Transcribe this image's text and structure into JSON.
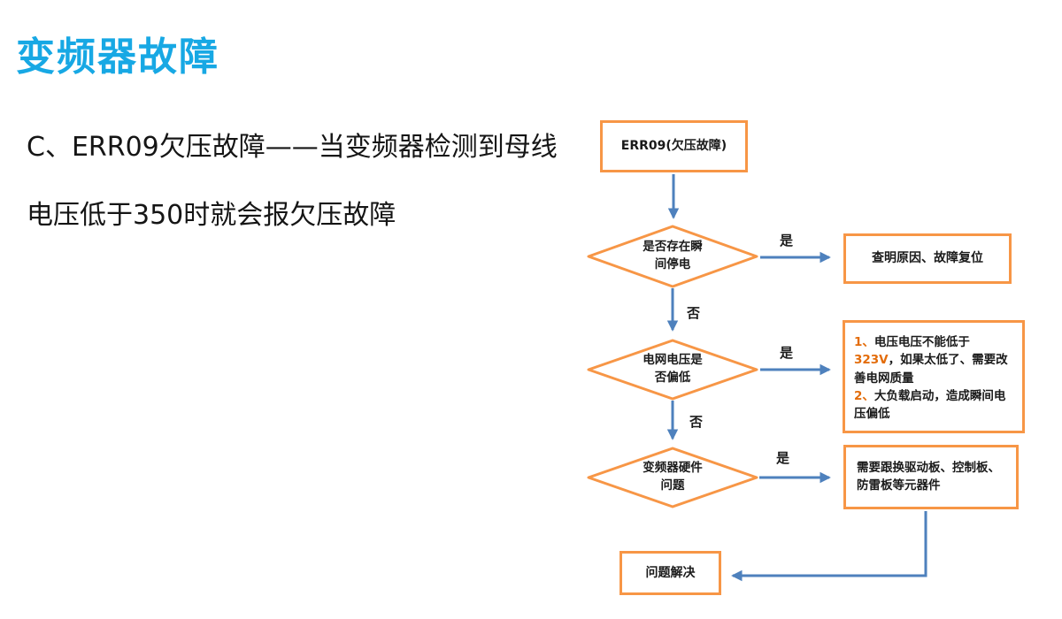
{
  "page": {
    "title": "变频器故障"
  },
  "intro": {
    "text": "C、ERR09欠压故障——当变频器检测到母线\n电压低于350时就会报欠压故障"
  },
  "colors": {
    "title_blue": "#17A8E4",
    "shape_orange": "#F79646",
    "connector_blue": "#4E81BD",
    "highlight_orange": "#E36C0A"
  },
  "flowchart": {
    "start": "ERR09(欠压故障)",
    "decision1": "是否存在瞬\n间停电",
    "branch1_yes": "是",
    "branch1_no": "否",
    "result1": "查明原因、故障复位",
    "decision2": "电网电压是\n否偏低",
    "branch2_yes": "是",
    "branch2_no": "否",
    "result2": {
      "item1_num": "1、",
      "item1_pre": "电压电压不能低于",
      "item1_highlight": "323V",
      "item1_post": "，如果太低了、需要改善电网质量",
      "item2_num": "2、",
      "item2_text": "大负载启动，造成瞬间电压偏低"
    },
    "decision3": "变频器硬件\n问题",
    "branch3_yes": "是",
    "result3": "需要跟换驱动板、控制板、防雷板等元器件",
    "end": "问题解决"
  }
}
